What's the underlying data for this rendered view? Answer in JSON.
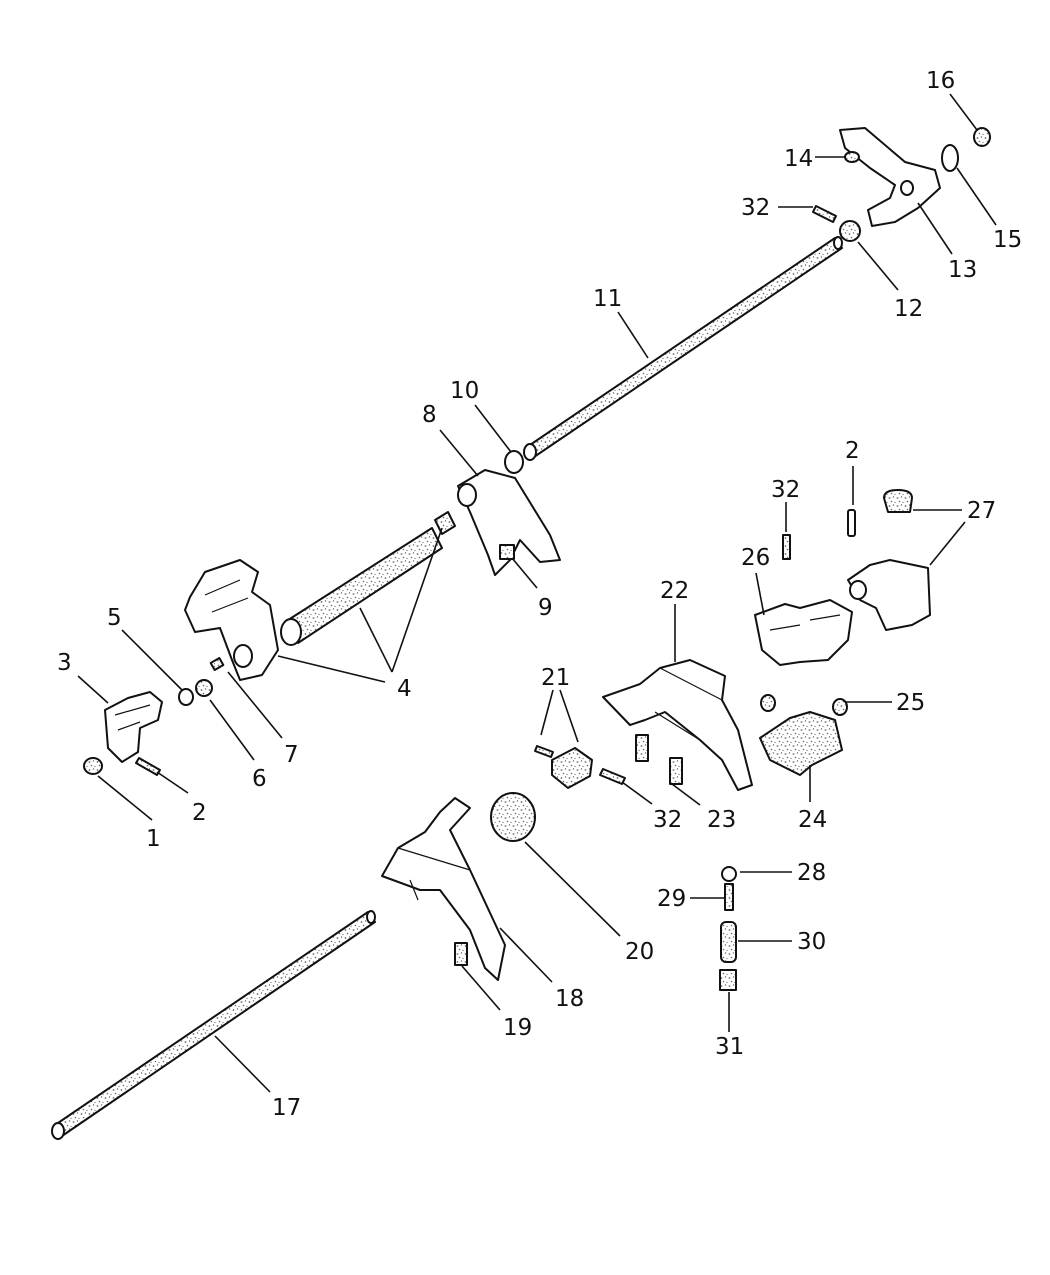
{
  "diagram": {
    "type": "exploded-parts-diagram",
    "callouts": {
      "c1": "1",
      "c2a": "2",
      "c2b": "2",
      "c3": "3",
      "c4": "4",
      "c5": "5",
      "c6": "6",
      "c7": "7",
      "c8": "8",
      "c9": "9",
      "c10": "10",
      "c11": "11",
      "c12": "12",
      "c13": "13",
      "c14": "14",
      "c15": "15",
      "c16": "16",
      "c17": "17",
      "c18": "18",
      "c19": "19",
      "c20": "20",
      "c21": "21",
      "c22": "22",
      "c23": "23",
      "c24": "24",
      "c25": "25",
      "c26": "26",
      "c27": "27",
      "c28": "28",
      "c29": "29",
      "c30": "30",
      "c31": "31",
      "c32a": "32",
      "c32b": "32",
      "c32c": "32"
    },
    "colors": {
      "line": "#111111",
      "background": "#ffffff",
      "texture": "#6b6b6b"
    }
  }
}
